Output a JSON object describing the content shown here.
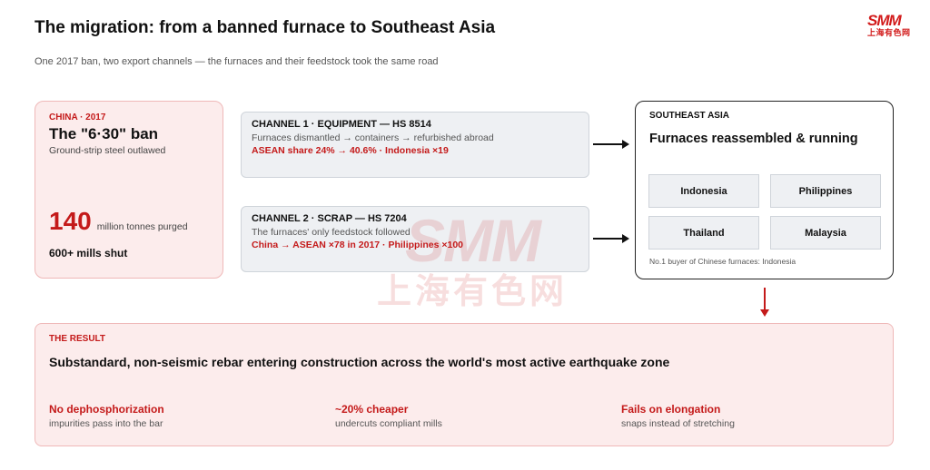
{
  "header": {
    "title": "The migration: from a banned furnace to Southeast Asia",
    "subtitle": "One 2017 ban, two export channels — the furnaces and their feedstock took the same road"
  },
  "logo": {
    "top": "SMM",
    "bottom": "上海有色网"
  },
  "watermark": {
    "top": "SMM",
    "bottom": "上海有色网"
  },
  "china": {
    "tag": "CHINA · 2017",
    "headline": "The \"6·30\" ban",
    "subline": "Ground-strip steel outlawed",
    "number": "140",
    "unit": "million tonnes purged",
    "mills": "600+ mills shut"
  },
  "channels": [
    {
      "title": "CHANNEL 1 · EQUIPMENT — HS 8514",
      "desc": "Furnaces dismantled → containers → refurbished abroad",
      "stat": "ASEAN share 24% → 40.6% · Indonesia ×19"
    },
    {
      "title": "CHANNEL 2 · SCRAP — HS 7204",
      "desc": "The furnaces' only feedstock followed",
      "stat": "China → ASEAN ×78 in 2017 · Philippines ×100"
    }
  ],
  "sea": {
    "tag": "SOUTHEAST ASIA",
    "headline": "Furnaces reassembled & running",
    "countries": [
      "Indonesia",
      "Philippines",
      "Thailand",
      "Malaysia"
    ],
    "note": "No.1 buyer of Chinese furnaces: Indonesia"
  },
  "result": {
    "tag": "THE RESULT",
    "headline": "Substandard, non-seismic rebar entering construction across the world's most active earthquake zone",
    "items": [
      {
        "title": "No dephosphorization",
        "desc": "impurities pass into the bar"
      },
      {
        "title": "~20% cheaper",
        "desc": "undercuts compliant mills"
      },
      {
        "title": "Fails on elongation",
        "desc": "snaps instead of stretching"
      }
    ]
  },
  "colors": {
    "accent": "#c41a1a",
    "card_pink": "#fcecec",
    "card_gray": "#eef0f3"
  }
}
